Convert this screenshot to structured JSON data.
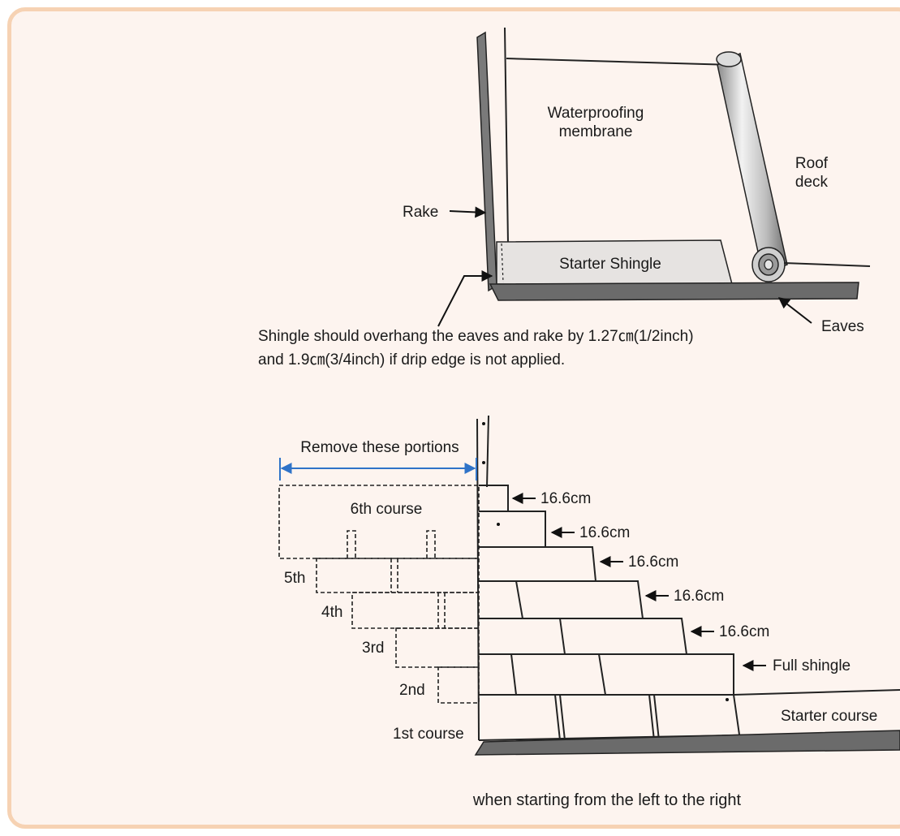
{
  "top_figure": {
    "membrane_line1": "Waterproofing",
    "membrane_line2": "membrane",
    "roof_deck_line1": "Roof",
    "roof_deck_line2": "deck",
    "rake": "Rake",
    "starter_shingle": "Starter Shingle",
    "eaves": "Eaves",
    "note_line1": "Shingle should overhang the eaves and rake by 1.27㎝(1/2inch)",
    "note_line2": "and 1.9㎝(3/4inch) if drip edge is not applied."
  },
  "bottom_figure": {
    "remove_portions": "Remove these portions",
    "course_6": "6th course",
    "course_5": "5th",
    "course_4": "4th",
    "course_3": "3rd",
    "course_2": "2nd",
    "course_1": "1st course",
    "offset_1": "16.6cm",
    "offset_2": "16.6cm",
    "offset_3": "16.6cm",
    "offset_4": "16.6cm",
    "offset_5": "16.6cm",
    "full_shingle": "Full shingle",
    "starter_course": "Starter course",
    "caption": "when starting from the left to the right"
  },
  "colors": {
    "background": "#fdf4ef",
    "border": "#f6d2b3",
    "shingle_fill": "#e6e3e1",
    "eave_board": "#6b6b6b",
    "dimension_arrow": "#2f73c8"
  }
}
